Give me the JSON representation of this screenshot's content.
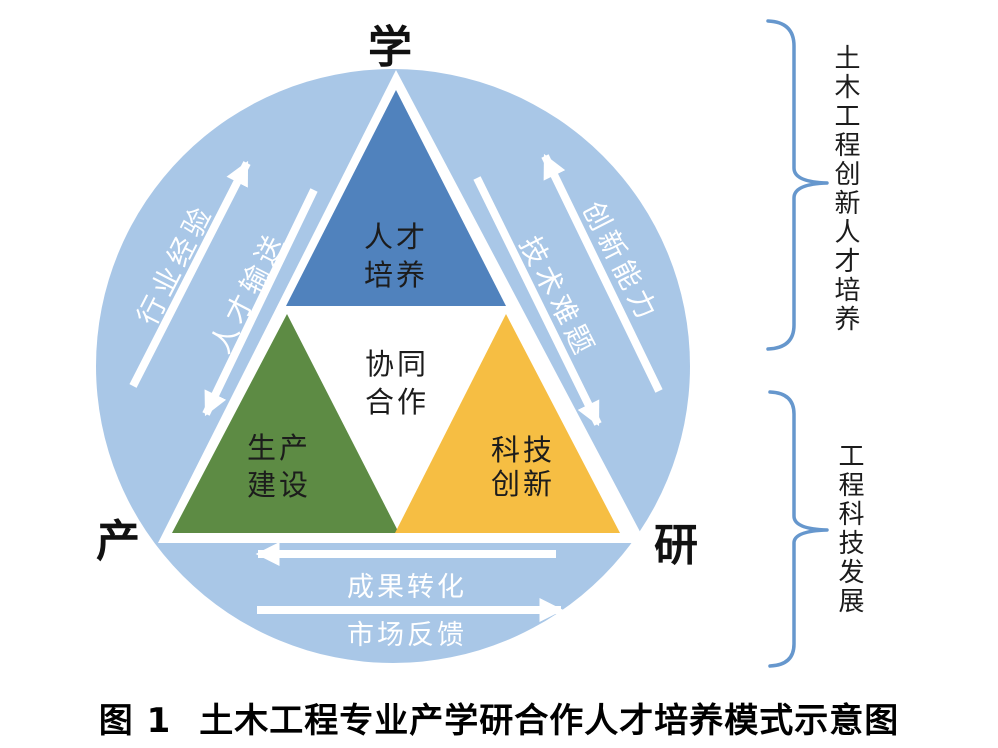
{
  "colors": {
    "background": "#ffffff",
    "circle": "#a9c7e7",
    "triangle_top": "#5082bd",
    "triangle_left": "#5d8b44",
    "triangle_right": "#f6be43",
    "center_triangle": "#ffffff",
    "brace": "#6697cd",
    "arrow": "#ffffff",
    "text_dark": "#1c1c1c"
  },
  "vertices": {
    "top": "学",
    "bottom_left": "产",
    "bottom_right": "研"
  },
  "triangles": {
    "top": {
      "line1": "人才",
      "line2": "培养"
    },
    "left": {
      "line1": "生产",
      "line2": "建设"
    },
    "right": {
      "line1": "科技",
      "line2": "创新"
    },
    "center": {
      "line1": "协同",
      "line2": "合作"
    }
  },
  "edges": {
    "left_outer_label": "行业经验",
    "left_inner_label": "人才输送",
    "right_outer_label": "创新能力",
    "right_inner_label": "技术难题",
    "bottom_upper_label": "成果转化",
    "bottom_lower_label": "市场反馈"
  },
  "braces": {
    "top_label": "土木工程创新人才培养",
    "bottom_label": "工程科技发展"
  },
  "caption": {
    "label": "图 1",
    "title": "土木工程专业产学研合作人才培养模式示意图"
  }
}
